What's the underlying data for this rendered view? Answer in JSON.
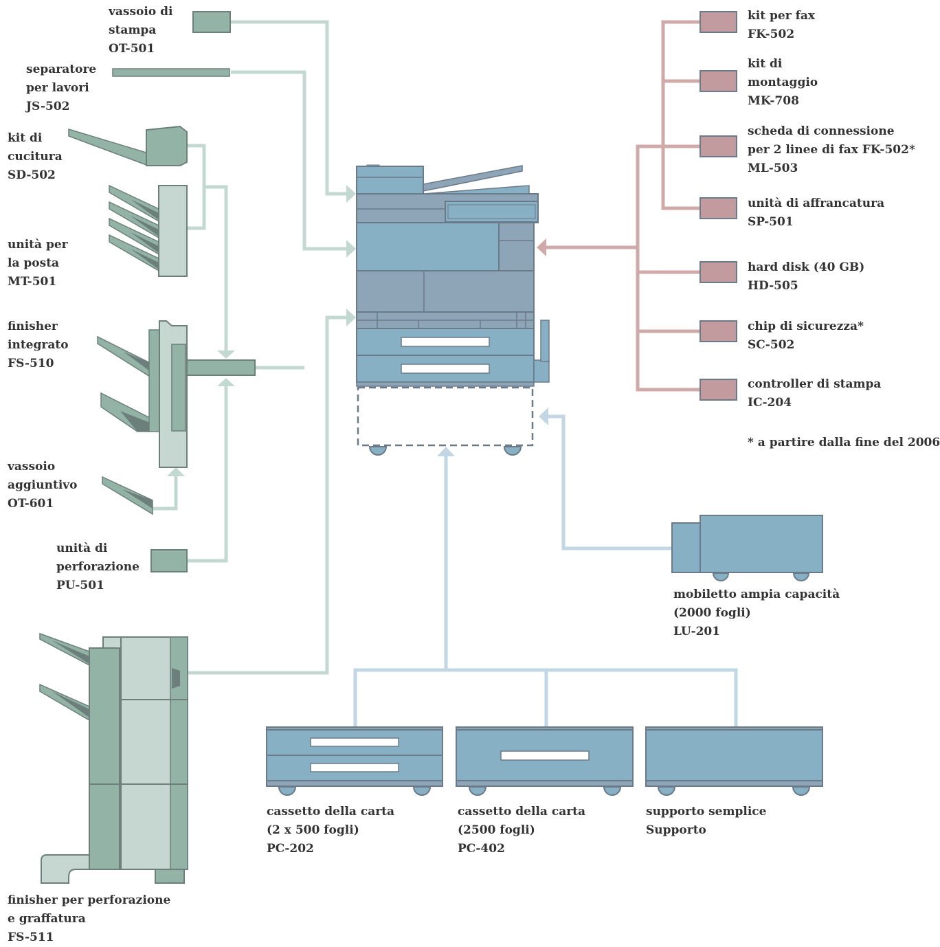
{
  "colors": {
    "green_line": "#c4d8d2",
    "green_fill": "#93b3a6",
    "green_light": "#c6d7d1",
    "green_dark": "#6d7f7b",
    "pink_line": "#d0aaa9",
    "pink_fill": "#c19b9e",
    "blue_line": "#c2d7e3",
    "blue_fill": "#88b0c4",
    "slate": "#8ea4b7",
    "outline": "#6b7a88",
    "text": "#333333"
  },
  "left_options": [
    {
      "name": "vassoio di stampa",
      "lines": [
        "vassoio di",
        "stampa",
        "OT-501"
      ]
    },
    {
      "name": "separatore per lavori",
      "lines": [
        "separatore",
        "per lavori",
        "JS-502"
      ]
    },
    {
      "name": "kit di cucitura",
      "lines": [
        "kit di",
        "cucitura",
        "SD-502"
      ]
    },
    {
      "name": "unità per la posta",
      "lines": [
        "unità per",
        "la posta",
        "MT-501"
      ]
    },
    {
      "name": "finisher integrato",
      "lines": [
        "finisher",
        "integrato",
        "FS-510"
      ]
    },
    {
      "name": "vassoio aggiuntivo",
      "lines": [
        "vassoio",
        "aggiuntivo",
        "OT-601"
      ]
    },
    {
      "name": "unità di perforazione",
      "lines": [
        "unità di",
        "perforazione",
        "PU-501"
      ]
    },
    {
      "name": "finisher per perforazione e graffatura",
      "lines": [
        "finisher per perforazione",
        "e graffatura",
        "FS-511"
      ]
    }
  ],
  "right_options": [
    {
      "name": "kit per fax",
      "lines": [
        "kit per fax",
        "FK-502"
      ]
    },
    {
      "name": "kit di montaggio",
      "lines": [
        "kit di",
        "montaggio",
        "MK-708"
      ]
    },
    {
      "name": "scheda di connessione",
      "lines": [
        "scheda di connessione",
        "per 2 linee di fax FK-502*",
        "ML-503"
      ]
    },
    {
      "name": "unità di affrancatura",
      "lines": [
        "unità di affrancatura",
        "SP-501"
      ]
    },
    {
      "name": "hard disk",
      "lines": [
        "hard disk (40 GB)",
        "HD-505"
      ]
    },
    {
      "name": "chip di sicurezza",
      "lines": [
        "chip di sicurezza*",
        "SC-502"
      ]
    },
    {
      "name": "controller di stampa",
      "lines": [
        "controller di stampa",
        "IC-204"
      ]
    }
  ],
  "footnote": "* a partire dalla fine del 2006",
  "bottom_options": [
    {
      "name": "mobiletto ampia capacità",
      "lines": [
        "mobiletto ampia capacità",
        "(2000 fogli)",
        "LU-201"
      ]
    },
    {
      "name": "cassetto della carta 2x500",
      "lines": [
        "cassetto della carta",
        "(2 x 500 fogli)",
        "PC-202"
      ]
    },
    {
      "name": "cassetto della carta 2500",
      "lines": [
        "cassetto della carta",
        "(2500 fogli)",
        "PC-402"
      ]
    },
    {
      "name": "supporto semplice",
      "lines": [
        "supporto semplice",
        "Supporto"
      ]
    }
  ]
}
